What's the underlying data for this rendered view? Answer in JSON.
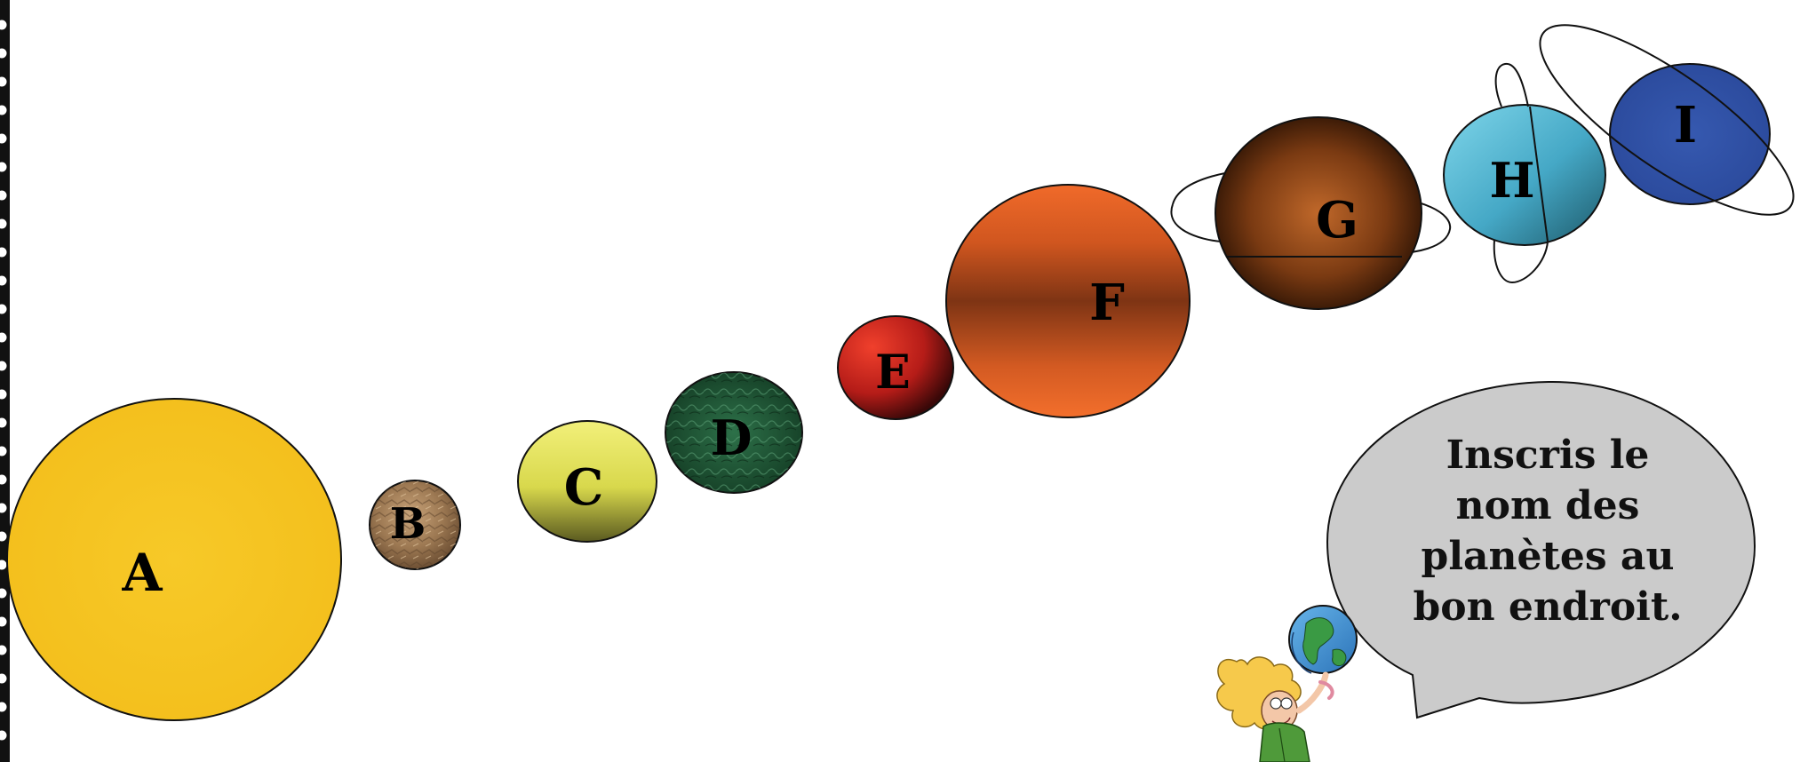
{
  "planets": [
    {
      "id": "sun",
      "label": "A"
    },
    {
      "id": "mercury",
      "label": "B"
    },
    {
      "id": "venus",
      "label": "C"
    },
    {
      "id": "earth",
      "label": "D"
    },
    {
      "id": "mars",
      "label": "E"
    },
    {
      "id": "jupiter",
      "label": "F"
    },
    {
      "id": "saturn",
      "label": "G"
    },
    {
      "id": "uranus",
      "label": "H"
    },
    {
      "id": "neptune",
      "label": "I"
    }
  ],
  "speech_bubble": {
    "lines": [
      "Inscris le",
      "nom des",
      "planètes au",
      "bon endroit."
    ]
  },
  "colors": {
    "sun": "#f5c21f",
    "mercury": "#a0805c",
    "venus": "#d4d44a",
    "earth": "#1f5a36",
    "mars": "#c4201c",
    "jupiter": "#e0662a",
    "saturn": "#8a4718",
    "uranus": "#4ab2cc",
    "neptune": "#2e4fa3",
    "bubble": "#cbcbcb",
    "border": "#111111"
  },
  "icons": [
    "character-holding-globe-icon",
    "binder-rings-icon"
  ]
}
